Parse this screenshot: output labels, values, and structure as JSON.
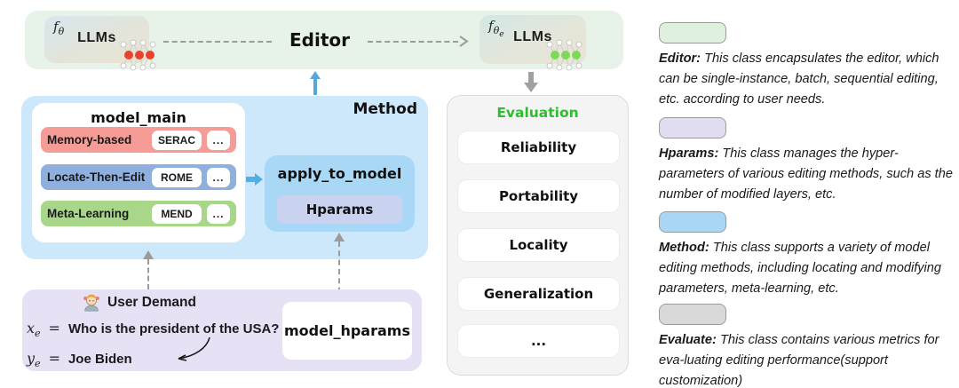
{
  "colors": {
    "banner_bg": "#e7f2e8",
    "method_bg": "#cde8fa",
    "apply_bg": "#a9d8f6",
    "hparams_bg": "#c9d3f0",
    "user_demand_bg": "#e7e1f6",
    "eval_bg": "#f4f4f4",
    "eval_title": "#2dbd2d",
    "arrow_blue": "#58a6d8",
    "arrow_gray": "#a0a0a0",
    "dot_before": "#e8432d",
    "dot_after": "#7ed957"
  },
  "pipeline": {
    "llm_before": {
      "f": "f",
      "theta": "θ",
      "name": "LLMs"
    },
    "editor_label": "Editor",
    "llm_after": {
      "f": "f",
      "theta": "θ",
      "sub": "e",
      "name": "LLMs"
    }
  },
  "method": {
    "title": "Method",
    "model_main": {
      "title": "model_main",
      "rows": [
        {
          "label": "Memory-based",
          "method": "SERAC",
          "more": "...",
          "color": "#f69c96"
        },
        {
          "label": "Locate-Then-Edit",
          "method": "ROME",
          "more": "...",
          "color": "#8fb0de"
        },
        {
          "label": "Meta-Learning",
          "method": "MEND",
          "more": "...",
          "color": "#a8d78a"
        }
      ]
    },
    "apply": {
      "title": "apply_to_model",
      "hparams": "Hparams"
    }
  },
  "user_demand": {
    "title": "User Demand",
    "x_var": "x",
    "x_sub": "e",
    "eq": "=",
    "question": "Who is the president of the USA?",
    "y_var": "y",
    "y_sub": "e",
    "answer": "Joe Biden"
  },
  "model_hparams_label": "model_hparams",
  "evaluation": {
    "title": "Evaluation",
    "items": [
      "Reliability",
      "Portability",
      "Locality",
      "Generalization",
      "..."
    ]
  },
  "legend": [
    {
      "name": "Editor",
      "color": "#dff0de",
      "bold": "Editor:",
      "text": "This class encapsulates the editor, which can be single-instance, batch, sequential editing, etc. according to user needs."
    },
    {
      "name": "Hparams",
      "color": "#e2dcf1",
      "bold": "Hparams:",
      "text": "This class manages the hyper-parameters of various editing methods, such as the number of modified layers, etc."
    },
    {
      "name": "Method",
      "color": "#a9d6f5",
      "bold": "Method:",
      "text": "This class supports a variety of model editing methods, including locating and modifying parameters, meta-learning, etc."
    },
    {
      "name": "Evaluate",
      "color": "#d9d9d9",
      "bold": "Evaluate:",
      "text": "This class contains various metrics for eva-luating editing performance(support customization)"
    }
  ]
}
